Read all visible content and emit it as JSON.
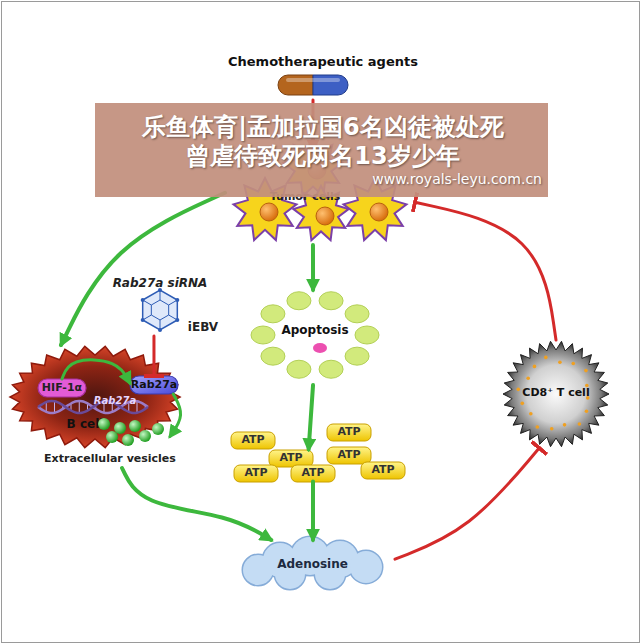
{
  "diagram": {
    "nodes": [
      {
        "text": [
          "Chemotherapeutic agents"
        ]
      },
      {
        "text": [
          "Tumor cells"
        ]
      },
      {
        "text": [
          "Rab27a siRNA",
          "iEBV"
        ]
      },
      {
        "text": [
          "Apoptosis"
        ]
      },
      {
        "text": [
          "B cell"
        ]
      },
      {
        "text": [
          "HIF-1α"
        ],
        "in": 4
      },
      {
        "text": [
          "Rab27a"
        ],
        "in": 4
      },
      {
        "text": [
          "CD8⁺ T cell"
        ]
      },
      {
        "text": [
          "ATP"
        ]
      },
      {
        "text": [
          "ATP"
        ]
      },
      {
        "text": [
          "ATP"
        ]
      },
      {
        "text": [
          "ATP"
        ]
      },
      {
        "text": [
          "ATP"
        ]
      },
      {
        "text": [
          "ATP"
        ]
      },
      {
        "text": [
          "ATP"
        ]
      },
      {
        "text": [
          "Extracellular vesicles"
        ]
      },
      {
        "text": [
          "Adenosine"
        ]
      }
    ],
    "edges": [
      {
        "from": 0,
        "to": 1,
        "arrow": "to"
      },
      {
        "from": 1,
        "to": 3,
        "arrow": "to"
      },
      {
        "from": 3,
        "to": 11,
        "arrow": "to"
      },
      {
        "from": 14,
        "to": 16,
        "arrow": "to"
      },
      {
        "from": 16,
        "to": 7,
        "arrow": "to"
      },
      {
        "from": 7,
        "to": 1,
        "arrow": "to"
      },
      {
        "from": 1,
        "to": 4,
        "arrow": "to"
      },
      {
        "from": 2,
        "to": 6,
        "arrow": "to"
      },
      {
        "from": 5,
        "to": 6,
        "arrow": "to"
      },
      {
        "from": 6,
        "to": 15,
        "arrow": "to"
      },
      {
        "from": 15,
        "to": 16,
        "arrow": "to"
      }
    ],
    "labels": [
      "乐鱼体育|孟加拉国6名凶徒被处死 曾虐待致死两名13岁少年",
      "www.royals-leyu.com.cn",
      "Rab27a"
    ]
  }
}
